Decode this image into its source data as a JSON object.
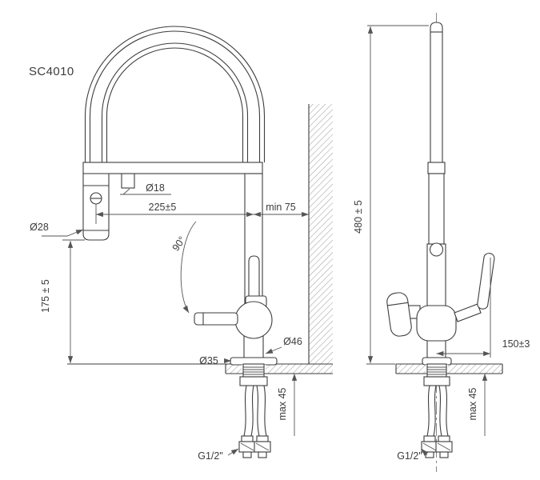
{
  "model": "SC4010",
  "front": {
    "dock_diameter": "Ø18",
    "reach": "225±5",
    "wall_clearance": "min 75",
    "head_diameter": "Ø28",
    "swivel_angle": "90°",
    "head_height": "175 ± 5",
    "base_diameter": "Ø35",
    "body_diameter": "Ø46",
    "deck_thickness": "max 45",
    "thread": "G1/2\""
  },
  "side": {
    "overall_height": "480 ± 5",
    "depth": "150±3",
    "deck_thickness": "max 45",
    "thread": "G1/2\""
  }
}
